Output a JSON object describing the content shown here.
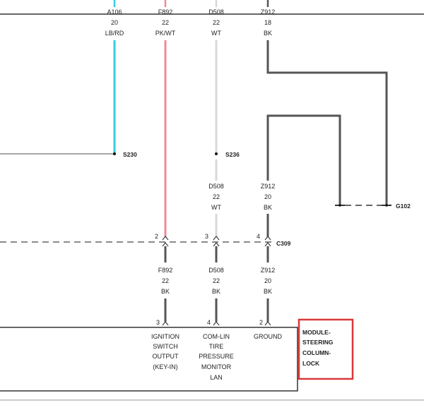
{
  "colors": {
    "wire_lbrd": "#33ccdd",
    "wire_pkwt": "#f08a98",
    "wire_wt": "#d8d8d8",
    "wire_bk": "#555555",
    "module_highlight": "#d9383a"
  },
  "top_wires": {
    "w1": {
      "circuit": "A106",
      "gauge": "20",
      "color": "LB/RD"
    },
    "w2": {
      "circuit": "F892",
      "gauge": "22",
      "color": "PK/WT"
    },
    "w3": {
      "circuit": "D508",
      "gauge": "22",
      "color": "WT"
    },
    "w4": {
      "circuit": "Z912",
      "gauge": "18",
      "color": "BK"
    }
  },
  "splices": {
    "s230": "S230",
    "s236": "S236",
    "g102": "G102"
  },
  "mid_wires": {
    "d508": {
      "circuit": "D508",
      "gauge": "22",
      "color": "WT"
    },
    "z912": {
      "circuit": "Z912",
      "gauge": "20",
      "color": "BK"
    }
  },
  "connector_c309": {
    "name": "C309",
    "pins": [
      "2",
      "3",
      "4"
    ]
  },
  "bottom_wires": {
    "w1": {
      "circuit": "F892",
      "gauge": "22",
      "color": "BK"
    },
    "w2": {
      "circuit": "D508",
      "gauge": "22",
      "color": "BK"
    },
    "w3": {
      "circuit": "Z912",
      "gauge": "20",
      "color": "BK"
    }
  },
  "module_pins": [
    "3",
    "4",
    "2"
  ],
  "pin_functions": {
    "ignition": [
      "IGNITION",
      "SWITCH",
      "OUTPUT",
      "(KEY-IN)"
    ],
    "comlin": [
      "COM-LIN",
      "TIRE",
      "PRESSURE",
      "MONITOR",
      "LAN"
    ],
    "ground": [
      "GROUND"
    ]
  },
  "module_name": [
    "MODULE-",
    "STEERING",
    "COLUMN-",
    "LOCK"
  ]
}
